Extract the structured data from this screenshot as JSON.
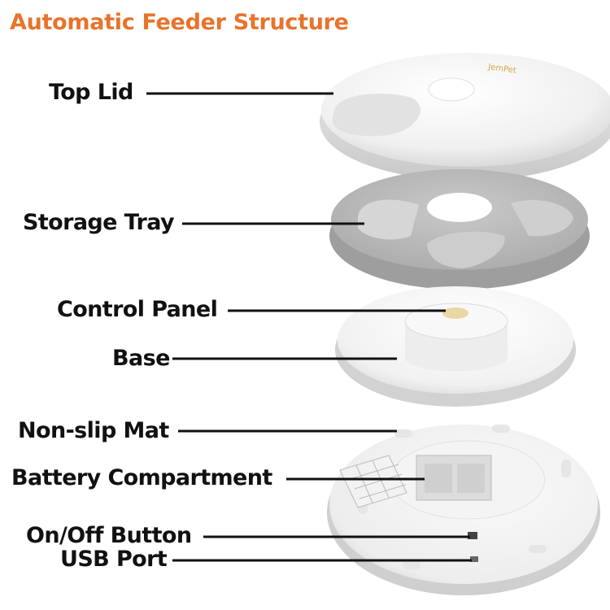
{
  "title": "Automatic Feeder Structure",
  "colors": {
    "title": "#E8732C",
    "label": "#111111",
    "leader_line": "#111111",
    "device_white": "#F1F1F1",
    "device_shadow": "#C9C9C9",
    "tray_gray": "#B9B9B9",
    "brand_mark": "#D9A441"
  },
  "labels": {
    "top_lid": "Top Lid",
    "storage_tray": "Storage Tray",
    "control_panel": "Control Panel",
    "base": "Base",
    "non_slip_mat": "Non-slip Mat",
    "battery_compartment": "Battery Compartment",
    "on_off_button": "On/Off Button",
    "usb_port": "USB Port"
  },
  "brand_text": "JemPet"
}
